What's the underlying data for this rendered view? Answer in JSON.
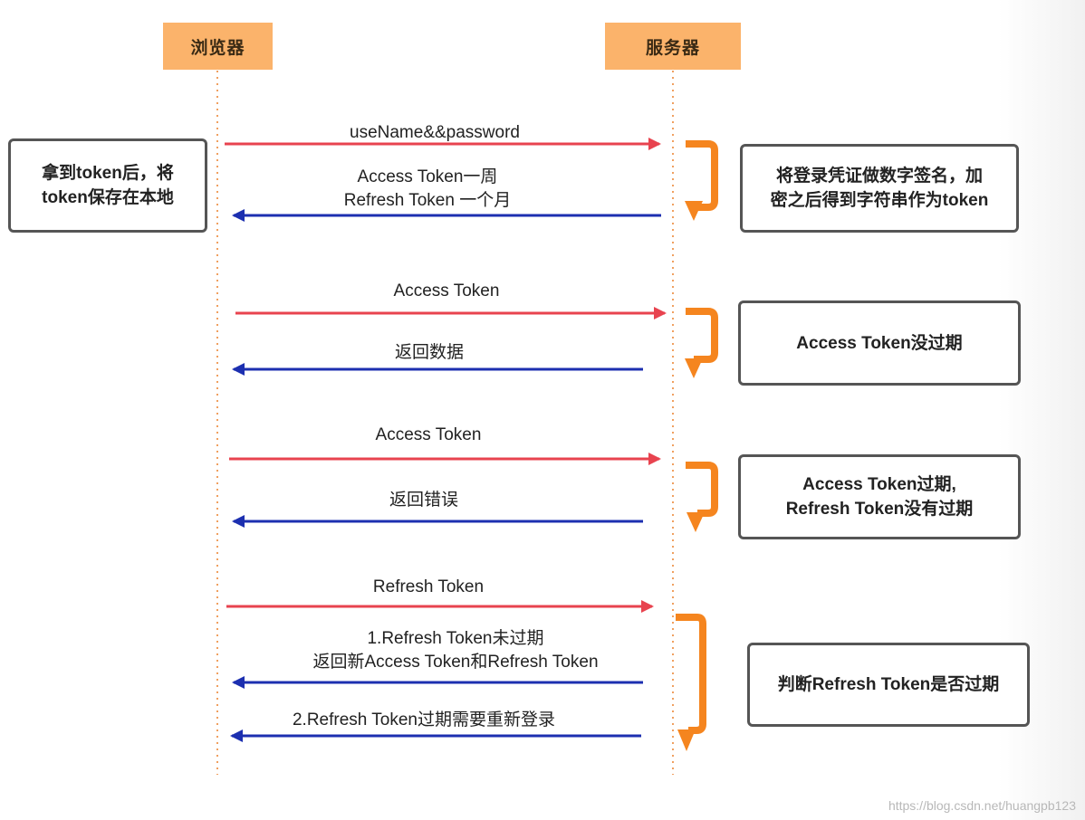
{
  "participants": {
    "browser": "浏览器",
    "server": "服务器"
  },
  "notes": {
    "browser_store": {
      "line1": "拿到token后，将",
      "line2": "token保存在本地"
    },
    "sign": {
      "line1": "将登录凭证做数字签名，加",
      "line2": "密之后得到字符串作为token"
    },
    "access_valid": {
      "line1": "Access Token没过期"
    },
    "access_expired": {
      "line1": "Access Token过期,",
      "line2": "Refresh Token没有过期"
    },
    "check_refresh": {
      "line1": "判断Refresh Token是否过期"
    }
  },
  "messages": {
    "login": "useName&&password",
    "tokens_line1": "Access Token一周",
    "tokens_line2": "Refresh Token 一个月",
    "req_access_1": "Access Token",
    "return_data": "返回数据",
    "req_access_2": "Access Token",
    "return_error": "返回错误",
    "req_refresh": "Refresh Token",
    "refresh_ok_line1": "1.Refresh Token未过期",
    "refresh_ok_line2": "返回新Access Token和Refresh Token",
    "refresh_expired": "2.Refresh Token过期需要重新登录"
  },
  "colors": {
    "request_arrow": "#e8434f",
    "response_arrow": "#1c2fb0",
    "lifeline": "#f0a060",
    "participant_fill": "#fbb36b",
    "process_bracket": "#f5851f",
    "note_border": "#555555"
  },
  "watermark": "https://blog.csdn.net/huangpb123"
}
